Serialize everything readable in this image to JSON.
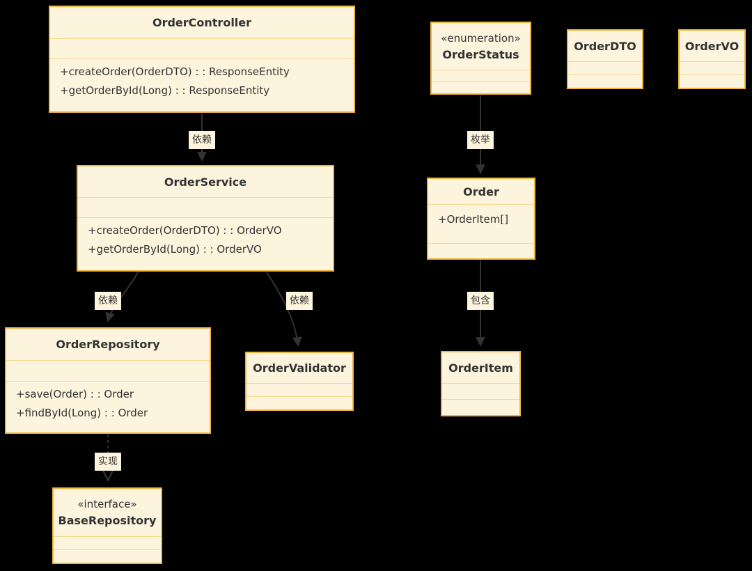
{
  "diagram": {
    "kind": "uml-class-diagram",
    "colors": {
      "background": "#000000",
      "node_fill": "#fdf4dd",
      "node_border": "#f1b53f",
      "node_divider": "#f6d68b",
      "text": "#333333",
      "edge": "#333333"
    }
  },
  "classes": {
    "order_controller": {
      "title": "OrderController",
      "methods": [
        "+createOrder(OrderDTO) : : ResponseEntity",
        "+getOrderById(Long) : : ResponseEntity"
      ]
    },
    "order_service": {
      "title": "OrderService",
      "methods": [
        "+createOrder(OrderDTO) : : OrderVO",
        "+getOrderById(Long) : : OrderVO"
      ]
    },
    "order_repository": {
      "title": "OrderRepository",
      "methods": [
        "+save(Order) : : Order",
        "+findById(Long) : : Order"
      ]
    },
    "order_validator": {
      "title": "OrderValidator"
    },
    "base_repository": {
      "stereotype": "«interface»",
      "title": "BaseRepository"
    },
    "order_status": {
      "stereotype": "«enumeration»",
      "title": "OrderStatus"
    },
    "order": {
      "title": "Order",
      "attributes": [
        "+OrderItem[]"
      ]
    },
    "order_item": {
      "title": "OrderItem"
    },
    "order_dto": {
      "title": "OrderDTO"
    },
    "order_vo": {
      "title": "OrderVO"
    }
  },
  "edges": {
    "controller_service": {
      "label": "依赖",
      "type": "dependency"
    },
    "service_repository": {
      "label": "依赖",
      "type": "dependency"
    },
    "service_validator": {
      "label": "依赖",
      "type": "dependency"
    },
    "status_order": {
      "label": "枚举",
      "type": "dependency"
    },
    "order_orderitem": {
      "label": "包含",
      "type": "dependency"
    },
    "repository_base": {
      "label": "实现",
      "type": "realization"
    }
  }
}
